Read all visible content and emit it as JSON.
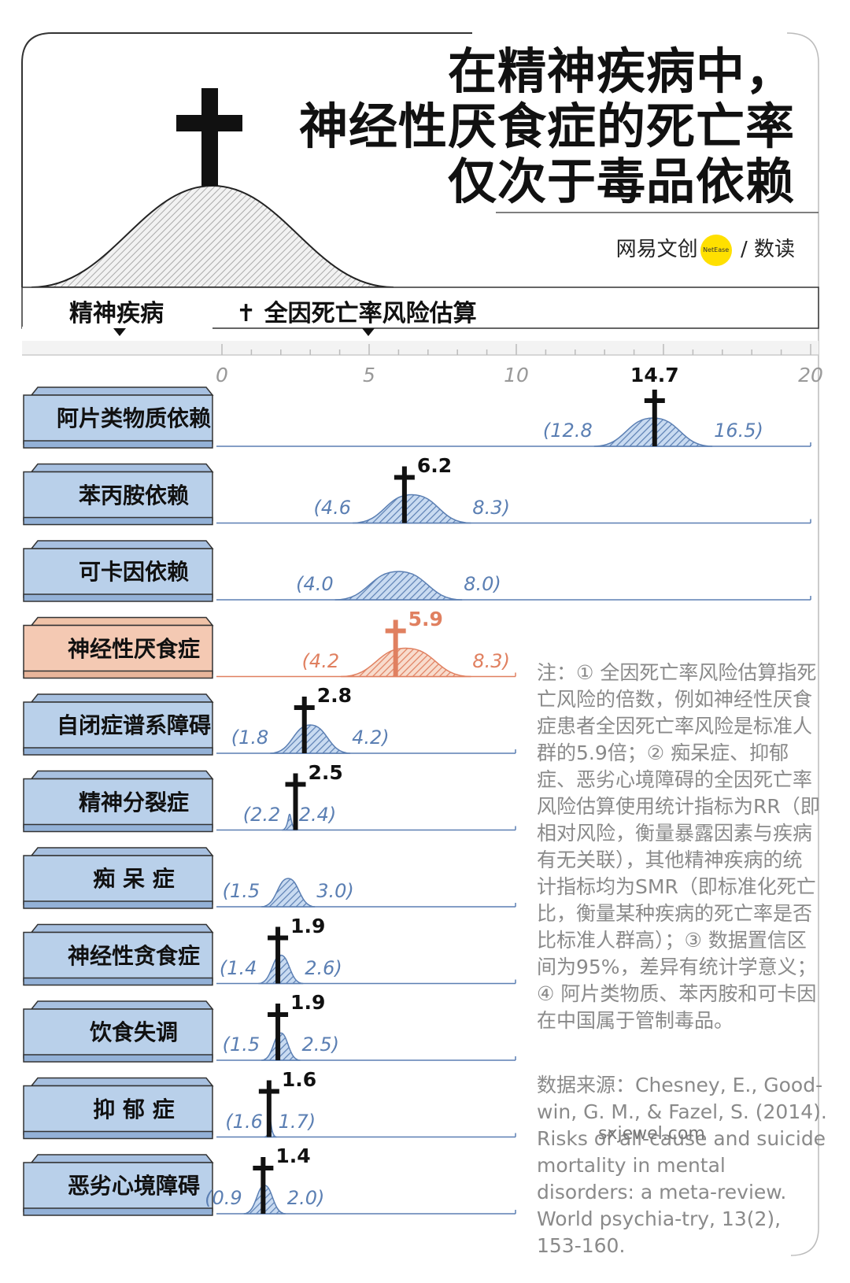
{
  "title": {
    "lines": [
      "在精神疾病中，",
      "神经性厌食症的死亡率",
      "仅次于毒品依赖"
    ]
  },
  "brand": {
    "left": "网易文创",
    "badge": "NetEase",
    "right": "数读"
  },
  "header": {
    "col1": "精神疾病",
    "col2": "全因死亡率风险估算"
  },
  "note": "注：① 全因死亡率风险估算指死亡风险的倍数，例如神经性厌食症患者全因死亡率风险是标准人群的5.9倍；② 痴呆症、抑郁症、恶劣心境障碍的全因死亡率风险估算使用统计指标为RR（即相对风险，衡量暴露因素与疾病有无关联），其他精神疾病的统计指标均为SMR（即标准化死亡比，衡量某种疾病的死亡率是否比标准人群高）；③ 数据置信区间为95%，差异有统计学意义；④ 阿片类物质、苯丙胺和可卡因在中国属于管制毒品。",
  "source": "数据来源：Chesney, E., Good-win, G. M., & Fazel, S. (2014). Risks of all-cause and suicide mortality in mental disorders: a meta-review. World psychia-try, 13(2), 153-160.",
  "watermark": "sxjewel.com",
  "colors": {
    "blue": "#5b7fb3",
    "blue_fill": "#a9c3e6",
    "coffin": "#b9d0ea",
    "highlight": "#e08060",
    "highlight_fill": "#f4c9b3"
  },
  "chart_data": {
    "type": "interval",
    "xlabel": "全因死亡率风险估算",
    "xlim": [
      0,
      20
    ],
    "xticks": [
      0,
      5,
      10,
      20
    ],
    "xtick_highlight": 14.7,
    "rows": [
      {
        "name": "阿片类物质依赖",
        "value": 14.7,
        "low": 12.8,
        "high": 16.5,
        "low_label": "(12.8",
        "high_label": "16.5)",
        "value_label": "14.7",
        "show_value": true,
        "highlight": false
      },
      {
        "name": "苯丙胺依赖",
        "value": 6.2,
        "low": 4.6,
        "high": 8.3,
        "low_label": "(4.6",
        "high_label": "8.3)",
        "value_label": "6.2",
        "show_value": true,
        "highlight": false
      },
      {
        "name": "可卡因依赖",
        "value": null,
        "low": 4.0,
        "high": 8.0,
        "low_label": "(4.0",
        "high_label": "8.0)",
        "value_label": "",
        "show_value": false,
        "highlight": false
      },
      {
        "name": "神经性厌食症",
        "value": 5.9,
        "low": 4.2,
        "high": 8.3,
        "low_label": "(4.2",
        "high_label": "8.3)",
        "value_label": "5.9",
        "show_value": true,
        "highlight": true
      },
      {
        "name": "自闭症谱系障碍",
        "value": 2.8,
        "low": 1.8,
        "high": 4.2,
        "low_label": "(1.8",
        "high_label": "4.2)",
        "value_label": "2.8",
        "show_value": true,
        "highlight": false
      },
      {
        "name": "精神分裂症",
        "value": 2.5,
        "low": 2.2,
        "high": 2.4,
        "low_label": "(2.2",
        "high_label": "2.4)",
        "value_label": "2.5",
        "show_value": true,
        "highlight": false
      },
      {
        "name": "痴 呆 症",
        "value": null,
        "low": 1.5,
        "high": 3.0,
        "low_label": "(1.5",
        "high_label": "3.0)",
        "value_label": "",
        "show_value": false,
        "highlight": false
      },
      {
        "name": "神经性贪食症",
        "value": 1.9,
        "low": 1.4,
        "high": 2.6,
        "low_label": "(1.4",
        "high_label": "2.6)",
        "value_label": "1.9",
        "show_value": true,
        "highlight": false
      },
      {
        "name": "饮食失调",
        "value": 1.9,
        "low": 1.5,
        "high": 2.5,
        "low_label": "(1.5",
        "high_label": "2.5)",
        "value_label": "1.9",
        "show_value": true,
        "highlight": false
      },
      {
        "name": "抑 郁 症",
        "value": 1.6,
        "low": 1.6,
        "high": 1.7,
        "low_label": "(1.6",
        "high_label": "1.7)",
        "value_label": "1.6",
        "show_value": true,
        "highlight": false
      },
      {
        "name": "恶劣心境障碍",
        "value": 1.4,
        "low": 0.9,
        "high": 2.0,
        "low_label": "(0.9",
        "high_label": "2.0)",
        "value_label": "1.4",
        "show_value": true,
        "highlight": false
      }
    ]
  }
}
